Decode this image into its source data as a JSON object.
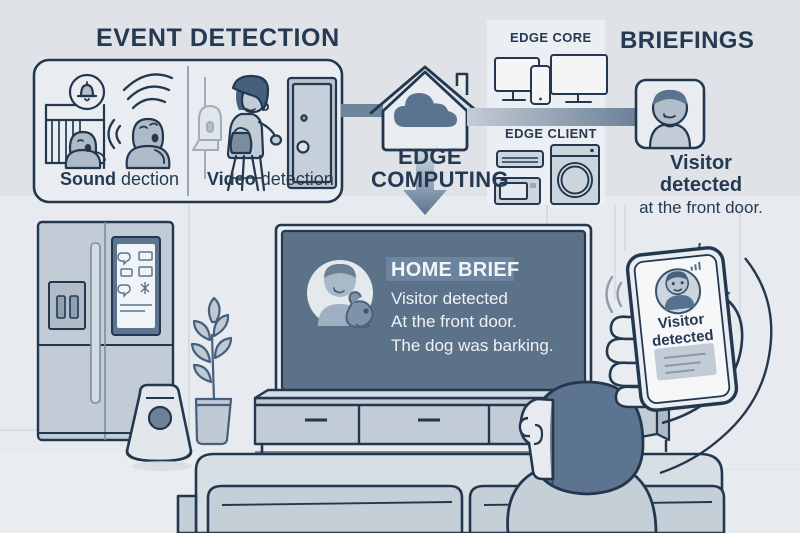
{
  "meta": {
    "title": "Smart Home Edge Computing — Event Detection to Briefings",
    "palette": {
      "background": "#dfe3e8",
      "wall": "#e6eaee",
      "ink": "#23384f",
      "ink_soft": "#41586f",
      "fill_light": "#ccd5dd",
      "fill_mid": "#b4c0cc",
      "fill_dark": "#6d8197",
      "tv_screen": "#5c7289",
      "tv_screen_dark": "#4f6组",
      "accent_arrow": "#6b8299",
      "panel": "#e9edf1",
      "white": "#f4f6f8"
    }
  },
  "sections": {
    "event_detection": {
      "heading": "EVENT DETECTION",
      "panels": [
        {
          "id": "sound",
          "caption_strong": "Sound",
          "caption_light": "dection",
          "icons": [
            "crib-icon",
            "bell-icon",
            "baby-crying-icon",
            "sound-wave-icon"
          ]
        },
        {
          "id": "video",
          "caption_strong": "Video",
          "caption_light": "detection",
          "icons": [
            "person-walking-icon",
            "front-door-icon",
            "doorbell-camera-icon"
          ]
        }
      ]
    },
    "edge_computing": {
      "heading_line1": "EDGE",
      "heading_line2": "COMPUTING",
      "icon": "house-cloud-icon"
    },
    "edge_core": {
      "heading": "EDGE CORE",
      "devices": [
        "desktop-monitor-icon",
        "smartphone-icon",
        "tv-monitor-icon"
      ]
    },
    "edge_client": {
      "heading": "EDGE CLIENT",
      "devices": [
        "air-conditioner-icon",
        "microwave-icon",
        "washing-machine-icon"
      ]
    },
    "briefings": {
      "heading": "BRIEFINGS",
      "avatar": "person-avatar-icon",
      "message_lines": [
        "Visitor",
        "detected",
        "at the front door."
      ]
    }
  },
  "tv": {
    "badge": "HOME BRIEF",
    "avatar": "person-with-dog-avatar-icon",
    "lines": [
      "Visitor detected",
      "At the front door.",
      "The dog was barking."
    ]
  },
  "phone": {
    "avatar": "person-avatar-icon",
    "notification_lines": [
      "Visitor",
      "detected"
    ],
    "signal_icon": "signal-bars-icon",
    "ring_icon": "sound-wave-icon"
  },
  "scene_objects": [
    {
      "name": "smart-refrigerator",
      "has_display": true
    },
    {
      "name": "smart-speaker",
      "has_display": false
    },
    {
      "name": "potted-plant",
      "has_display": false
    },
    {
      "name": "media-console",
      "has_display": false
    },
    {
      "name": "sofa",
      "has_display": false
    },
    {
      "name": "viewer-person",
      "has_display": false
    },
    {
      "name": "hand-holding-phone",
      "has_display": false
    }
  ]
}
